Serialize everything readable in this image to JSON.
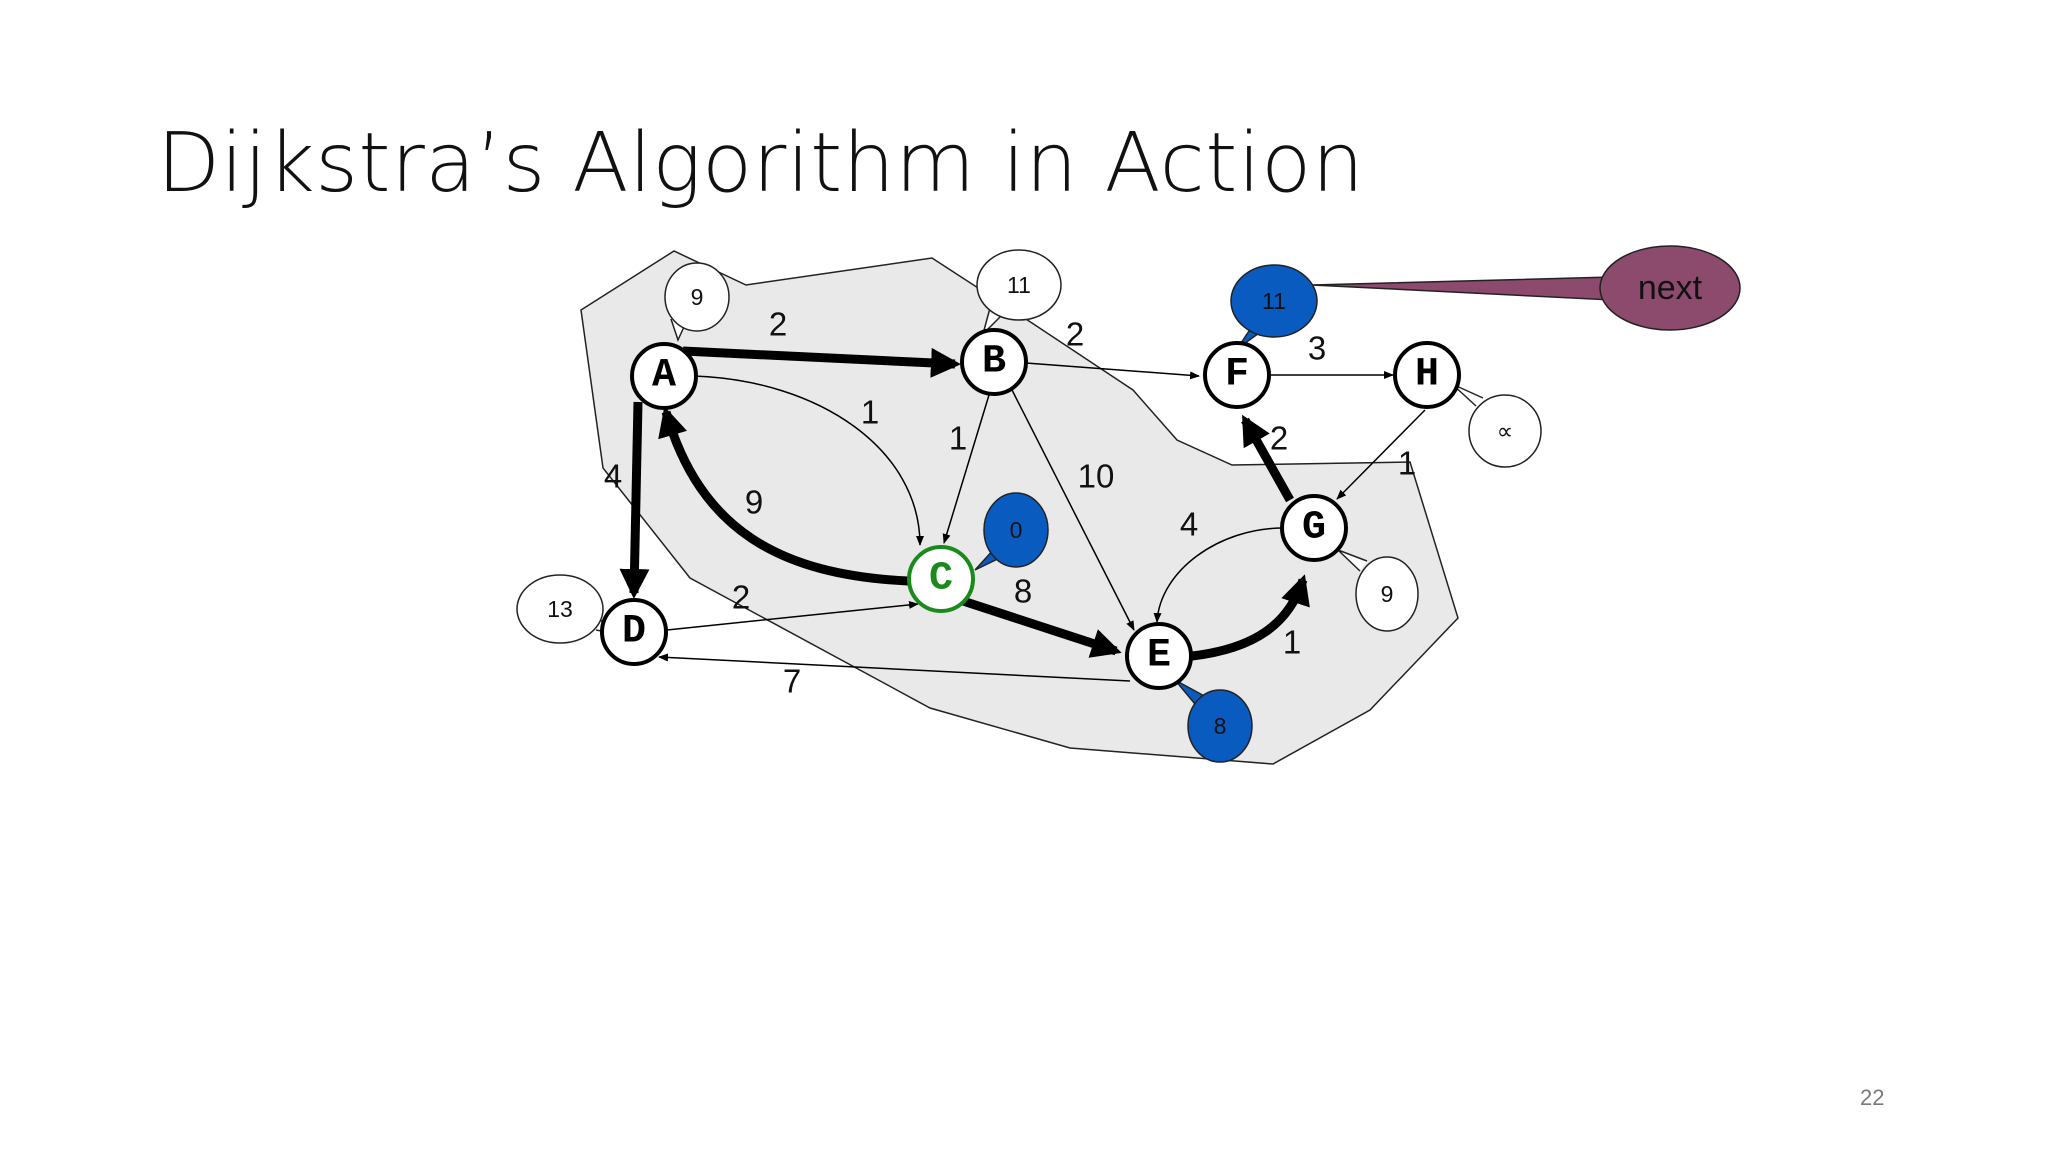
{
  "slide": {
    "title": "Dijkstra’s Algorithm in Action",
    "page_number": "22"
  },
  "colors": {
    "region_fill": "#e9e9e9",
    "known_bubble": "#0a5bbf",
    "current_node": "#1a8a1a",
    "next_callout": "#8c4a6c"
  },
  "nodes": [
    {
      "id": "A",
      "label": "A",
      "distance": "9",
      "state": "unknown"
    },
    {
      "id": "B",
      "label": "B",
      "distance": "11",
      "state": "unknown"
    },
    {
      "id": "C",
      "label": "C",
      "distance": "0",
      "state": "current"
    },
    {
      "id": "D",
      "label": "D",
      "distance": "13",
      "state": "unknown"
    },
    {
      "id": "E",
      "label": "E",
      "distance": "8",
      "state": "known"
    },
    {
      "id": "F",
      "label": "F",
      "distance": "11",
      "state": "known"
    },
    {
      "id": "G",
      "label": "G",
      "distance": "9",
      "state": "unknown"
    },
    {
      "id": "H",
      "label": "H",
      "distance": "∝",
      "state": "unknown"
    }
  ],
  "edges": [
    {
      "from": "A",
      "to": "B",
      "weight": "2",
      "bold": true
    },
    {
      "from": "A",
      "to": "C",
      "weight": "1",
      "bold": false
    },
    {
      "from": "A",
      "to": "D",
      "weight": "4",
      "bold": true
    },
    {
      "from": "C",
      "to": "A",
      "weight": "9",
      "bold": true
    },
    {
      "from": "B",
      "to": "F",
      "weight": "2",
      "bold": false
    },
    {
      "from": "B",
      "to": "C",
      "weight": "1",
      "bold": false
    },
    {
      "from": "B",
      "to": "E",
      "weight": "10",
      "bold": false
    },
    {
      "from": "D",
      "to": "C",
      "weight": "2",
      "bold": false
    },
    {
      "from": "C",
      "to": "E",
      "weight": "8",
      "bold": true
    },
    {
      "from": "E",
      "to": "D",
      "weight": "7",
      "bold": false
    },
    {
      "from": "E",
      "to": "G",
      "weight": "1",
      "bold": true
    },
    {
      "from": "G",
      "to": "E",
      "weight": "4",
      "bold": false
    },
    {
      "from": "G",
      "to": "F",
      "weight": "2",
      "bold": true
    },
    {
      "from": "F",
      "to": "H",
      "weight": "3",
      "bold": false
    },
    {
      "from": "H",
      "to": "G",
      "weight": "1",
      "bold": false
    }
  ],
  "callout": {
    "label": "next",
    "points_to": "F"
  }
}
